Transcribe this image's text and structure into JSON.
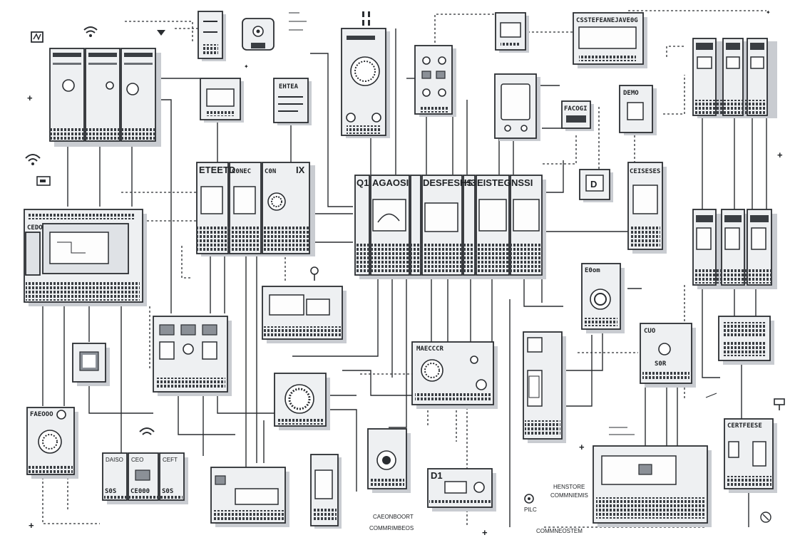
{
  "labels": {
    "top_center_module": "CSSTEFEANEJAVE0G",
    "rack_a": [
      "ETEETD",
      "C0NEC",
      "C0N"
    ],
    "rack_a_suffix": "IX",
    "main_rack": [
      "Q1",
      "AGAOSI",
      "DESFESHS",
      "H3",
      "EISTEG",
      "NSSI"
    ],
    "controller_left": "CEDO",
    "right_mid_module": "CEISESES",
    "fac_module": "FACOGI",
    "small_right_module": "DEMO",
    "bottom_center_module": "MAECCCR",
    "knob_right_module": "CUO",
    "knob_right_sub": "S0R",
    "mid_right_module": "E0om",
    "bottom_right_module": "CERTFEESE",
    "bottom_left_pair": [
      "DAISO",
      "CEO",
      "CEFT"
    ],
    "bottom_left_codes": [
      "S0S",
      "CE000",
      "S0S"
    ],
    "bottom_left_knob_module": "FAEOOO",
    "caption_center": [
      "CAEONBOORT",
      "COMMRIMBEOS"
    ],
    "caption_right": [
      "HENSTORE",
      "COMMNIEMIS"
    ],
    "caption_plc": "PILC",
    "caption_far_right": "COMMNEOSTEM",
    "d1_label": "D1",
    "top_pair_module": "EHTEA"
  },
  "icons": [
    "wifi-icon",
    "network-icon",
    "triangle-icon",
    "plus-icon",
    "sparkle-icon",
    "gear-icon",
    "settings-icon",
    "usb-icon"
  ],
  "colors": {
    "ink": "#2a2d31",
    "module": "#eef0f2",
    "module_dark": "#dfe2e6",
    "shadow": "#c9ccd1",
    "terminal": "#55595f"
  }
}
